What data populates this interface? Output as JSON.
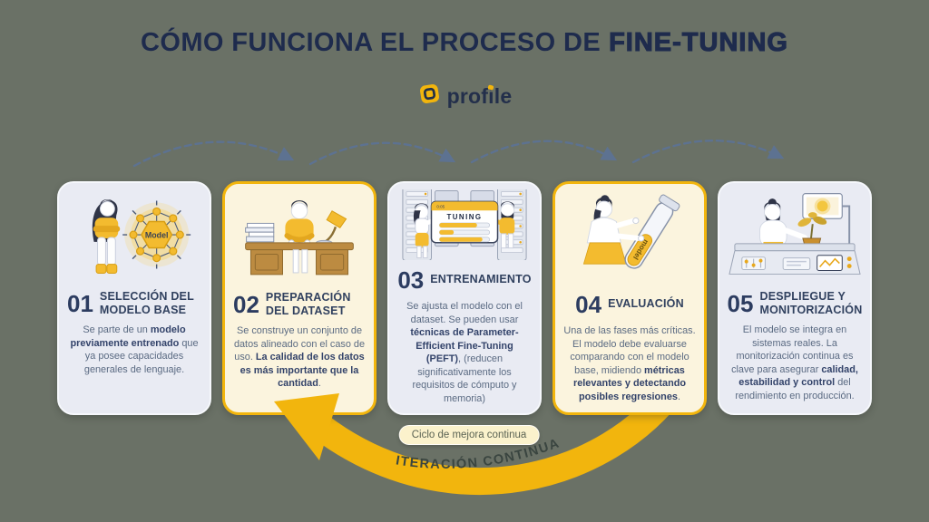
{
  "header": {
    "title_prefix": "CÓMO FUNCIONA EL PROCESO DE",
    "title_emphasis": "FINE-TUNING"
  },
  "logo": {
    "wordmark_pre": "prof",
    "wordmark_i": "i",
    "wordmark_post": "le",
    "icon": "profile-square-mark"
  },
  "steps": [
    {
      "number": "01",
      "title": "SELECCIÓN DEL MODELO BASE",
      "style": "light",
      "illustration": "woman-with-model-network",
      "description": [
        {
          "text": "Se parte de un ",
          "bold": false
        },
        {
          "text": "modelo previamente entrenado",
          "bold": true
        },
        {
          "text": " que ya posee capacidades generales de lenguaje.",
          "bold": false
        }
      ]
    },
    {
      "number": "02",
      "title": "PREPARACIÓN DEL DATASET",
      "style": "highlight",
      "illustration": "person-preparing-dataset-at-desk",
      "description": [
        {
          "text": "Se construye un conjunto de datos alineado con el caso de uso. ",
          "bold": false
        },
        {
          "text": "La calidad de los datos es más importante que la cantidad",
          "bold": true
        },
        {
          "text": ".",
          "bold": false
        }
      ]
    },
    {
      "number": "03",
      "title": "ENTRENAMIENTO",
      "style": "light",
      "illustration": "servers-tuning-panel",
      "description": [
        {
          "text": "Se ajusta el modelo con el dataset. Se pueden usar ",
          "bold": false
        },
        {
          "text": "técnicas de Parameter-Efficient Fine-Tuning (PEFT)",
          "bold": true
        },
        {
          "text": ", (reducen significativamente los requisitos de cómputo y memoria)",
          "bold": false
        }
      ]
    },
    {
      "number": "04",
      "title": "EVALUACIÓN",
      "style": "highlight",
      "illustration": "woman-evaluating-test-tube-model",
      "description": [
        {
          "text": "Una de las fases más críticas. El modelo debe evaluarse comparando con el modelo base, midiendo ",
          "bold": false
        },
        {
          "text": "métricas relevantes y detectando posibles regresiones",
          "bold": true
        },
        {
          "text": ".",
          "bold": false
        }
      ]
    },
    {
      "number": "05",
      "title": "DESPLIEGUE Y MONITORIZACIÓN",
      "style": "light",
      "illustration": "man-monitoring-console-plant",
      "description": [
        {
          "text": "El modelo se integra en sistemas reales. La monitorización continua es clave para asegurar ",
          "bold": false
        },
        {
          "text": "calidad, estabilidad y control",
          "bold": true
        },
        {
          "text": " del rendimiento en producción.",
          "bold": false
        }
      ]
    }
  ],
  "illustration_labels": {
    "model_badge": "Model",
    "tuning_panel_title": "TUNING",
    "tuning_timer": "0:05",
    "test_tube_label": "model"
  },
  "cycle": {
    "badge_label": "Ciclo de mejora continua",
    "arrow_label": "ITERACIÓN CONTINUA"
  },
  "colors": {
    "background": "#6A7166",
    "accent_yellow": "#F2B50D",
    "illustration_yellow": "#F3BB2F",
    "navy": "#1E2B4D",
    "heading_navy": "#2E3E60",
    "body_slate": "#5A6A82",
    "card_light_bg": "#E9EBF3",
    "card_highlight_bg": "#FBF4DE",
    "flow_arrow_slate": "#5D7291",
    "badge_bg": "#FBF2CC"
  }
}
